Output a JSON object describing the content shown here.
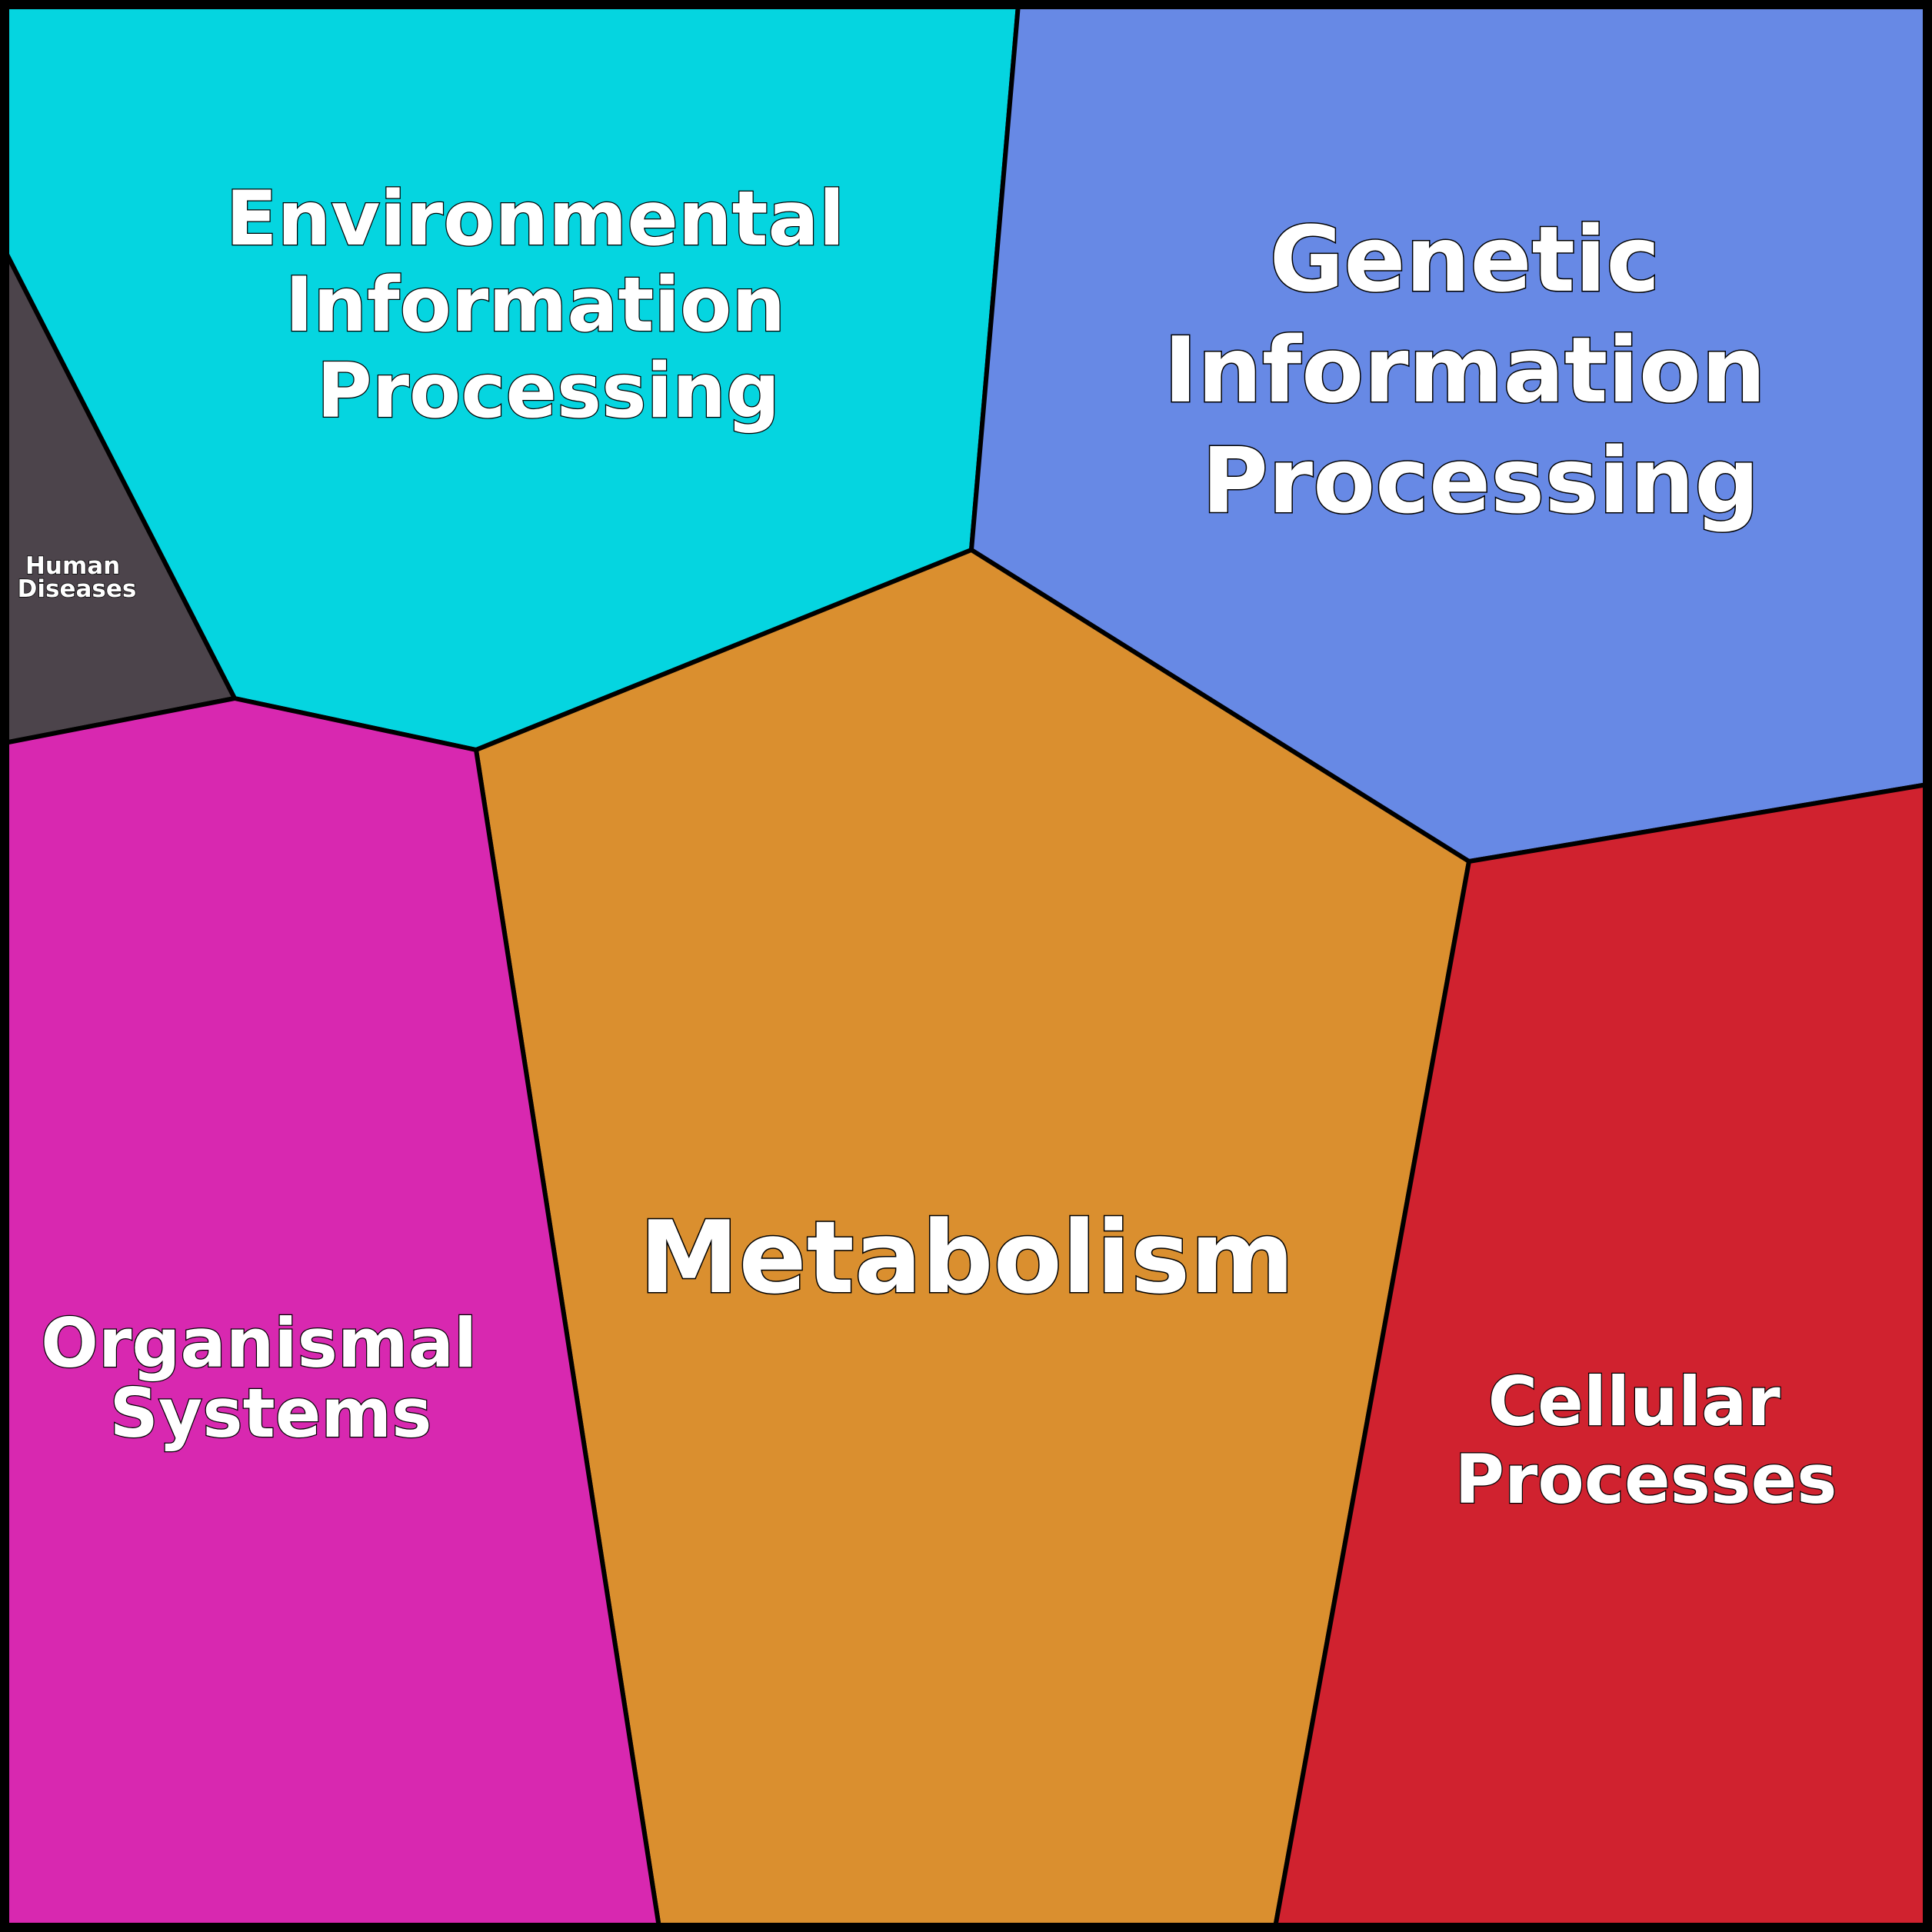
{
  "regions": {
    "environmental": {
      "label_lines": [
        "Environmental",
        "Information",
        "Processing"
      ],
      "color": "#05D5E0"
    },
    "genetic": {
      "label_lines": [
        "Genetic",
        "Information",
        "Processing"
      ],
      "color": "#6789E5"
    },
    "human_diseases": {
      "label_lines": [
        "Human",
        "Diseases"
      ],
      "color": "#4C444B"
    },
    "metabolism": {
      "label_lines": [
        "Metabolism"
      ],
      "color": "#DA8F2F"
    },
    "organismal": {
      "label_lines": [
        "Organismal",
        "Systems"
      ],
      "color": "#D828B0"
    },
    "cellular": {
      "label_lines": [
        "Cellular",
        "Processes"
      ],
      "color": "#D0222F"
    }
  }
}
